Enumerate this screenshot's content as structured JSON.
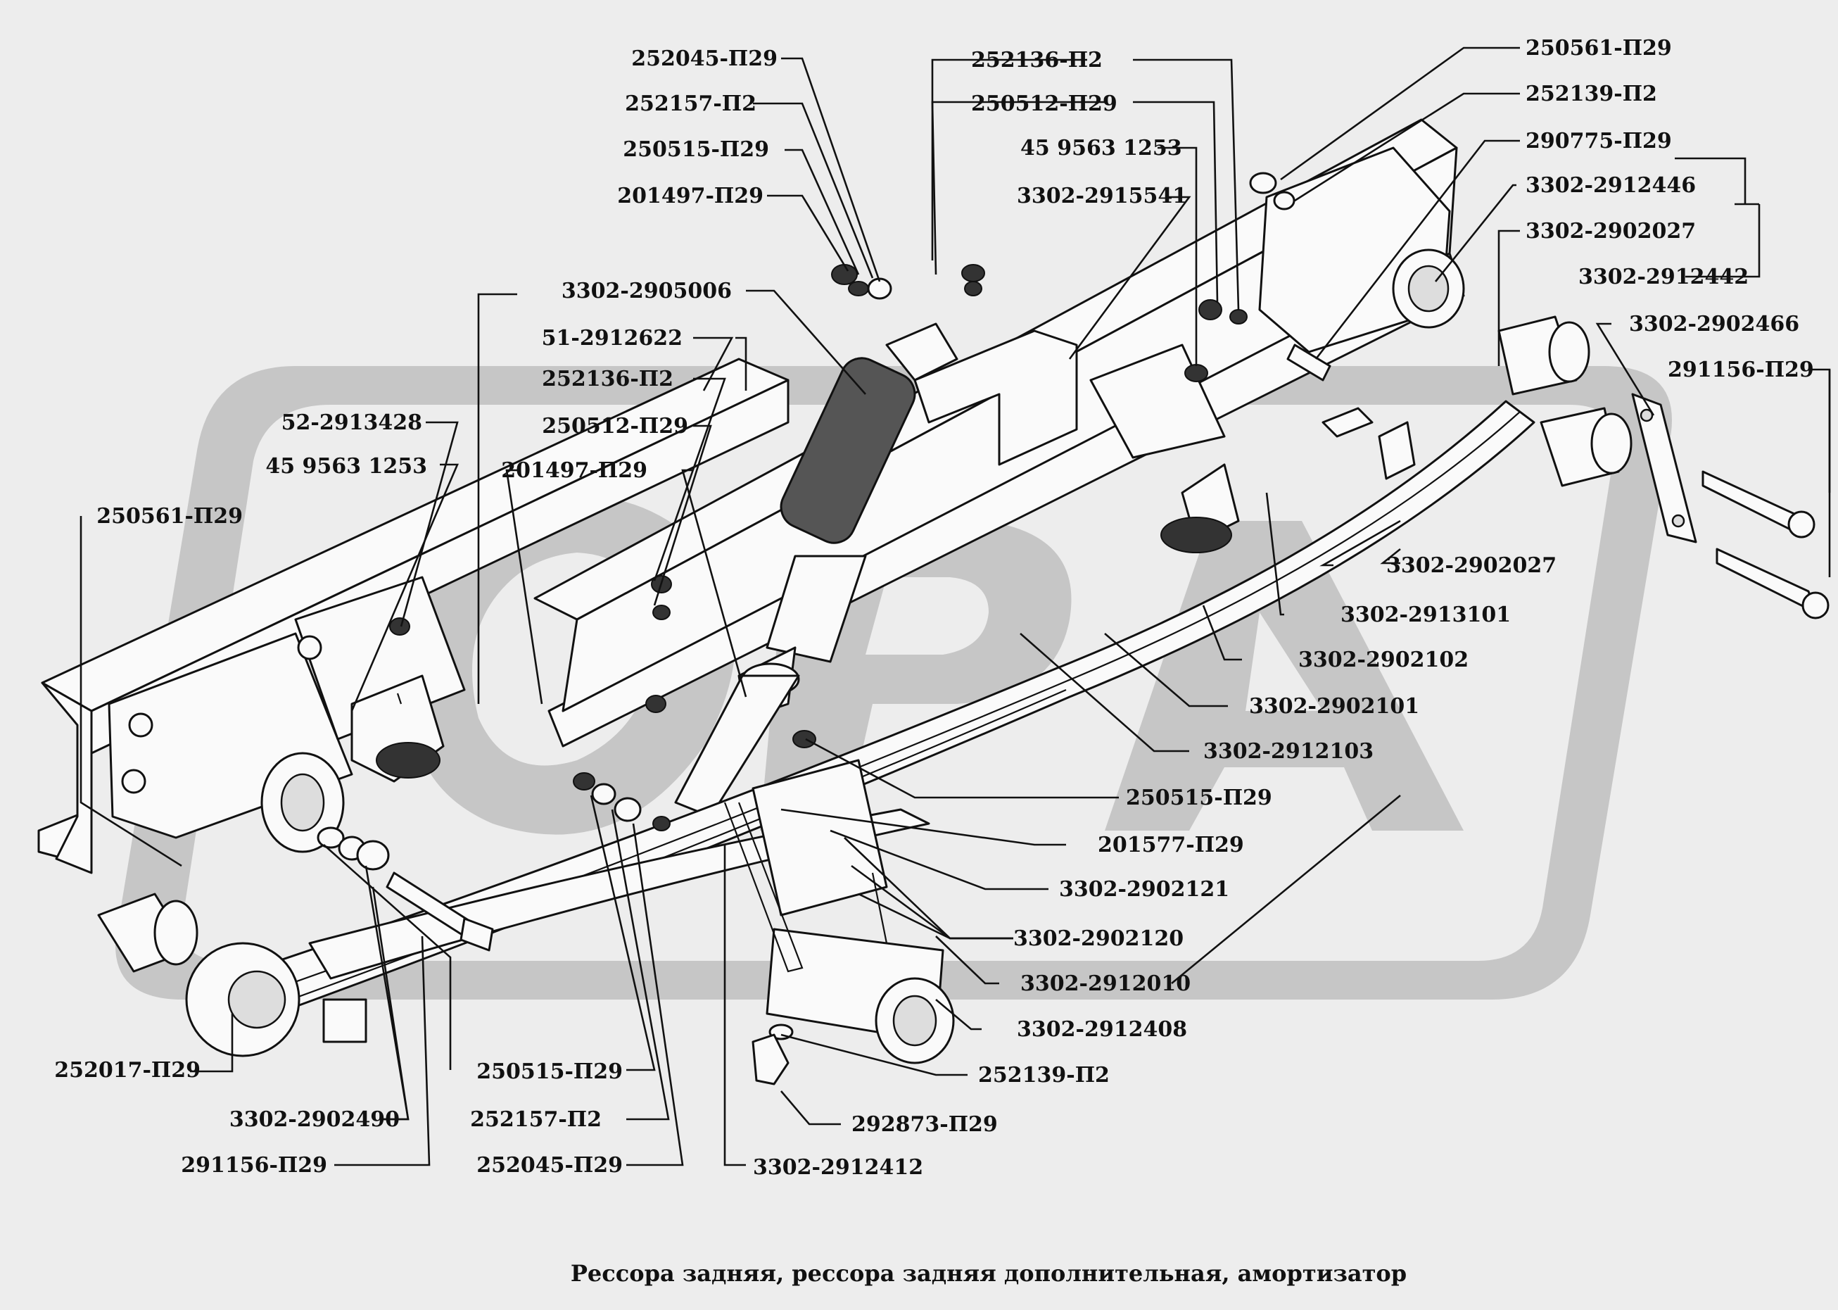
{
  "caption": "Рессора задняя, рессора задняя дополнительная, амортизатор",
  "watermark_text": "ORA",
  "colors": {
    "background": "#ededed",
    "watermark": "#c6c6c6",
    "ink": "#111111"
  },
  "labels": [
    "252045-П29",
    "252136-П2",
    "250561-П29",
    "252157-П2",
    "250512-П29",
    "252139-П2",
    "250515-П29",
    "45 9563 1253",
    "290775-П29",
    "201497-П29",
    "3302-2915541",
    "3302-2912446",
    "3302-2902027",
    "3302-2912442",
    "3302-2905006",
    "3302-2902466",
    "51-2912622",
    "291156-П29",
    "252136-П2",
    "52-2913428",
    "250512-П29",
    "45 9563 1253",
    "201497-П29",
    "250561-П29",
    "3302-2902027",
    "3302-2913101",
    "3302-2902102",
    "3302-2902101",
    "3302-2912103",
    "250515-П29",
    "201577-П29",
    "3302-2902121",
    "3302-2902120",
    "3302-2912010",
    "3302-2912408",
    "252139-П2",
    "292873-П29",
    "3302-2912412",
    "252045-П29",
    "252157-П2",
    "250515-П29",
    "291156-П29",
    "3302-2902490",
    "252017-П29"
  ]
}
